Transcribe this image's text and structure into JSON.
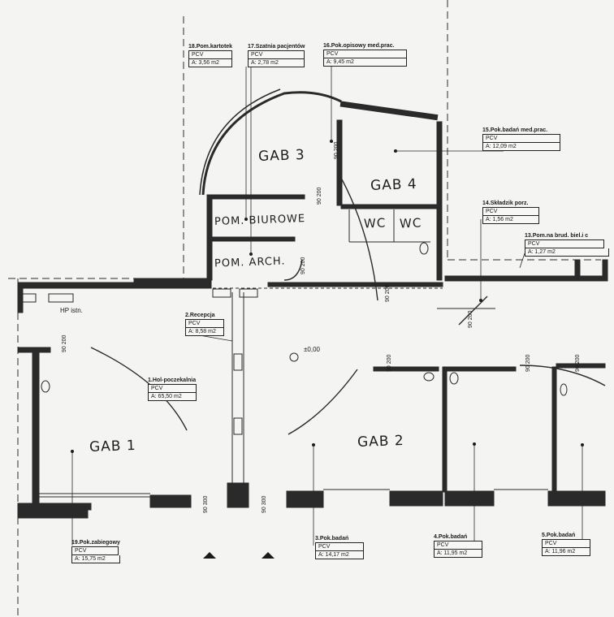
{
  "rooms": [
    {
      "name": "18.Pom.kartotek",
      "material": "PCV",
      "area": "A: 3,56 m2"
    },
    {
      "name": "17.Szatnia pacjentów",
      "material": "PCV",
      "area": "A: 2,78 m2"
    },
    {
      "name": "16.Pok.opisowy med.prac.",
      "material": "PCV",
      "area": "A: 9,45 m2"
    },
    {
      "name": "15.Pok.badań med.prac.",
      "material": "PCV",
      "area": "A: 12,09 m2"
    },
    {
      "name": "14.Składzik porz.",
      "material": "PCV",
      "area": "A: 1,56 m2"
    },
    {
      "name": "13.Pom.na brud. biel.i c",
      "material": "PCV",
      "area": "A: 1,27 m2"
    },
    {
      "name": "2.Recepcja",
      "material": "PCV",
      "area": "A: 8,58 m2"
    },
    {
      "name": "1.Hol-poczekalnia",
      "material": "PCV",
      "area": "A: 65,50 m2"
    },
    {
      "name": "19.Pok.zabiegowy",
      "material": "PCV",
      "area": "A: 15,75 m2"
    },
    {
      "name": "3.Pok.badań",
      "material": "PCV",
      "area": "A: 14,17 m2"
    },
    {
      "name": "4.Pok.badań",
      "material": "PCV",
      "area": "A: 11,95 m2"
    },
    {
      "name": "5.Pok.badań",
      "material": "PCV",
      "area": "A: 11,96 m2"
    }
  ],
  "handwritten": {
    "gab3": "GAB 3",
    "gab4": "GAB 4",
    "gab1": "GAB 1",
    "gab2": "GAB 2",
    "wc1": "WC",
    "wc2": "WC",
    "pom_biurowe": "POM. BIUROWE",
    "pom_arch": "POM. ARCH."
  },
  "labels": {
    "hp": "HP istn.",
    "level": "±0,00"
  },
  "door_dims": [
    {
      "w": "90",
      "h": "200"
    },
    {
      "w": "90",
      "h": "200"
    },
    {
      "w": "90",
      "h": "200"
    },
    {
      "w": "90",
      "h": "200"
    },
    {
      "w": "90",
      "h": "200"
    },
    {
      "w": "90",
      "h": "200"
    },
    {
      "w": "90",
      "h": "200"
    },
    {
      "w": "90",
      "h": "200"
    },
    {
      "w": "90",
      "h": "200"
    },
    {
      "w": "90",
      "h": "300"
    },
    {
      "w": "90",
      "h": "300"
    }
  ],
  "colors": {
    "ink": "#1a1a1a",
    "paper": "#f4f4f2",
    "wall": "#2a2a2a"
  }
}
